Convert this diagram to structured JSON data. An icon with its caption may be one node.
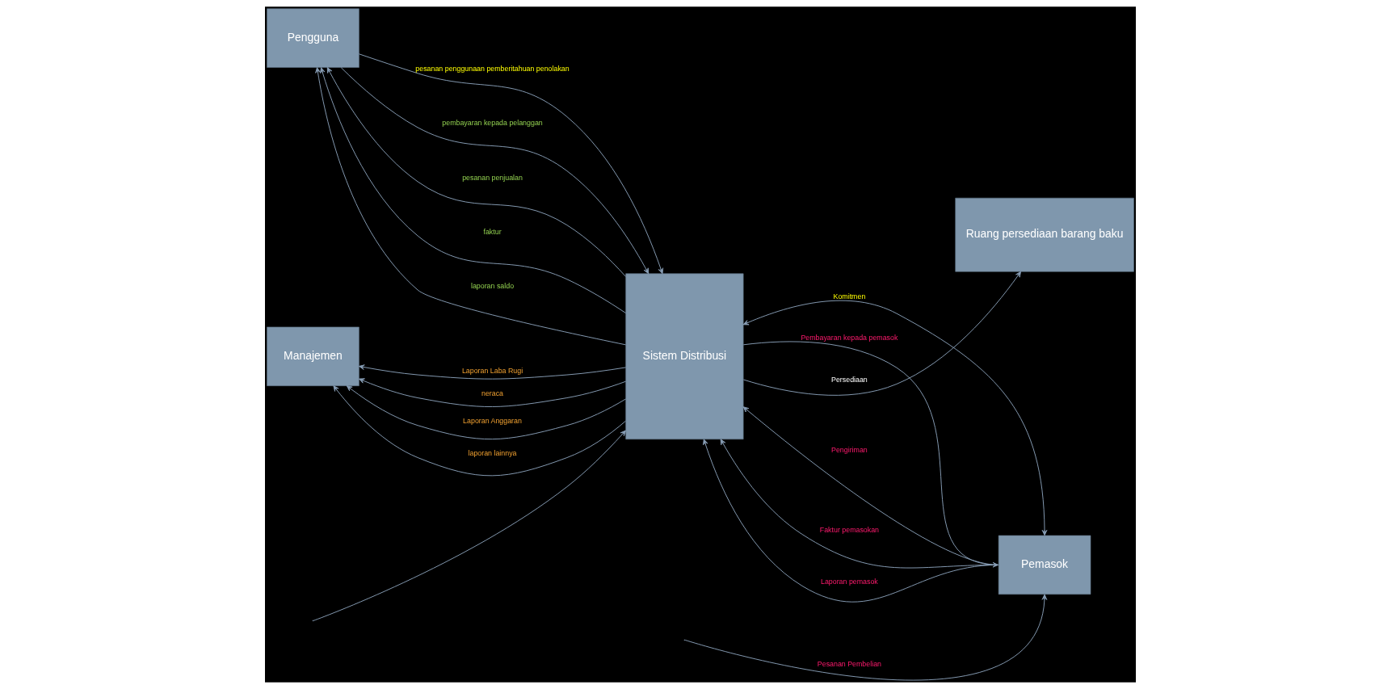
{
  "diagram": {
    "nodes": [
      {
        "text": [
          "Pengguna"
        ]
      },
      {
        "text": [
          "Sistem Distribusi"
        ]
      },
      {
        "text": [
          "Pemasok"
        ]
      },
      {
        "text": [
          "Manajemen"
        ]
      },
      {
        "text": [
          "Ruang persediaan barang baku"
        ]
      }
    ],
    "edges": [
      {
        "from": 0,
        "to": 1,
        "arrow": "to",
        "label": "pesanan penggunaan pemberitahuan penolakan"
      },
      {
        "from": 1,
        "to": 0,
        "arrow": "to",
        "label": "pesanan penjualan"
      },
      {
        "from": 1,
        "to": 0,
        "arrow": "to",
        "label": "faktur"
      },
      {
        "from": 1,
        "to": 0,
        "arrow": "to",
        "label": "laporan saldo"
      },
      {
        "from": 0,
        "to": 1,
        "arrow": "to",
        "label": "pembayaran kepada pelanggan"
      },
      {
        "from": 1,
        "to": 2,
        "arrow": "both",
        "label": "Komitmen"
      },
      {
        "from": null,
        "to": 2,
        "arrow": "to",
        "label": "Pesanan Pembelian"
      },
      {
        "from": null,
        "to": 1,
        "arrow": "to"
      },
      {
        "from": 2,
        "to": 1,
        "arrow": "to",
        "label": "Pengiriman"
      },
      {
        "from": 2,
        "to": 1,
        "arrow": "to",
        "label": "Faktur pemasokan"
      },
      {
        "from": 2,
        "to": 1,
        "arrow": "to",
        "label": "Laporan pemasok"
      },
      {
        "from": 1,
        "to": 2,
        "arrow": "to",
        "label": "Pembayaran kepada pemasok"
      },
      {
        "from": 1,
        "to": 3,
        "arrow": "to",
        "label": "Laporan Laba Rugi"
      },
      {
        "from": 1,
        "to": 3,
        "arrow": "to",
        "label": "neraca"
      },
      {
        "from": 1,
        "to": 3,
        "arrow": "to",
        "label": "Laporan Anggaran"
      },
      {
        "from": 1,
        "to": 3,
        "arrow": "to",
        "label": "laporan lainnya"
      },
      {
        "from": 1,
        "to": 4,
        "arrow": "to",
        "label": "Persediaan"
      }
    ]
  }
}
